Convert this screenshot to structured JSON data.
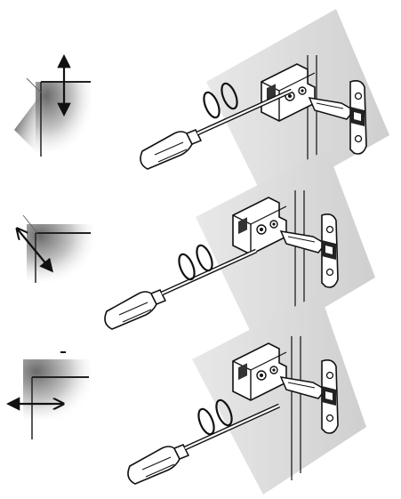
{
  "diagram": {
    "description_visible_text": [],
    "panels": [
      {
        "id": "vertical",
        "direction": "vertical"
      },
      {
        "id": "depth",
        "direction": "diagonal"
      },
      {
        "id": "lateral",
        "direction": "horizontal"
      }
    ],
    "colors": {
      "stroke": "#111111",
      "panel_fill": "#d9d9d9",
      "panel_dark": "#8a8a8a",
      "white": "#ffffff"
    },
    "icons": [
      "hinge-icon",
      "screwdriver-icon",
      "rotation-arrow-icon",
      "corner-adjustment-icon"
    ]
  }
}
